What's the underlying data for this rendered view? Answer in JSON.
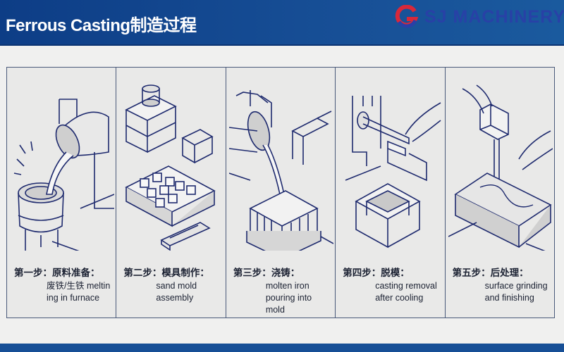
{
  "header": {
    "title": "Ferrous Casting制造过程",
    "brand": {
      "name": "SJ MACHINERY",
      "logo_icon": "sj-logo-icon",
      "logo_colors": [
        "#d8283a",
        "#2a3fa8"
      ]
    }
  },
  "colors": {
    "header_bg": "#174f96",
    "line_art": "#1e2a6e",
    "panel_bg": "#e9e9e8",
    "border": "#4a5a7a"
  },
  "steps": [
    {
      "label": "第一步：",
      "title": "原料准备：",
      "desc_line1": "废铁/生铁 meltin",
      "desc_line2": "ing in furnace",
      "illustration": "furnace-pouring-icon"
    },
    {
      "label": "第二步：",
      "title": "模具制作：",
      "desc_line1": "sand mold",
      "desc_line2": "assembly",
      "illustration": "sand-mold-assembly-icon"
    },
    {
      "label": "第三步：",
      "title": "浇铸：",
      "desc_line1": "molten iron",
      "desc_line2": "pouring into mold",
      "illustration": "ladle-pouring-icon"
    },
    {
      "label": "第四步：",
      "title": "脱模：",
      "desc_line1": "casting removal",
      "desc_line2": "after cooling",
      "illustration": "casting-removal-icon"
    },
    {
      "label": "第五步：",
      "title": "后处理：",
      "desc_line1": "surface grinding",
      "desc_line2": "and finishing",
      "illustration": "grinding-finishing-icon"
    }
  ]
}
